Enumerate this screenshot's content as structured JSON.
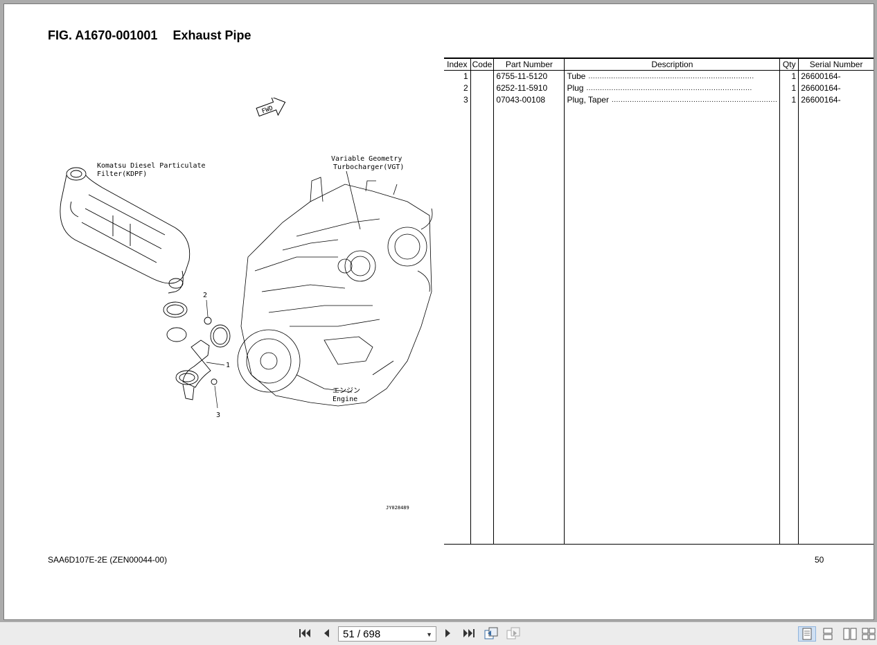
{
  "figure": {
    "code": "FIG. A1670-001001",
    "name": "Exhaust Pipe"
  },
  "drawing": {
    "labels": {
      "kdpf_line1": "Komatsu Diesel Particulate",
      "kdpf_line2": "Filter(KDPF)",
      "vgt_line1": "Variable Geometry",
      "vgt_line2": "Turbocharger(VGT)",
      "engine_jp": "エンジン",
      "engine_en": "Engine",
      "drawing_id": "JY028489",
      "fwd": "FWD",
      "callout_1": "1",
      "callout_2": "2",
      "callout_3": "3"
    }
  },
  "table": {
    "headers": {
      "index": "Index",
      "code": "Code",
      "part_number": "Part Number",
      "description": "Description",
      "qty": "Qty",
      "serial_number": "Serial Number"
    },
    "rows": [
      {
        "index": "1",
        "code": "",
        "part_number": "6755-11-5120",
        "description": "Tube",
        "qty": "1",
        "serial_number": "26600164-"
      },
      {
        "index": "2",
        "code": "",
        "part_number": "6252-11-5910",
        "description": "Plug",
        "qty": "1",
        "serial_number": "26600164-"
      },
      {
        "index": "3",
        "code": "",
        "part_number": "07043-00108",
        "description": "Plug, Taper",
        "qty": "1",
        "serial_number": "26600164-"
      }
    ]
  },
  "footer": {
    "model": "SAA6D107E-2E (ZEN00044-00)",
    "page_number": "50"
  },
  "viewer": {
    "page_indicator": "51 / 698",
    "buttons": {
      "first": "first-page-icon",
      "prev": "previous-page-icon",
      "next": "next-page-icon",
      "last": "last-page-icon",
      "rotate_back": "go-back-view-icon",
      "rotate_forward": "go-forward-view-icon",
      "single_page": "single-page-view-icon",
      "continuous": "continuous-view-icon",
      "facing": "facing-view-icon",
      "continuous_facing": "continuous-facing-view-icon"
    }
  }
}
